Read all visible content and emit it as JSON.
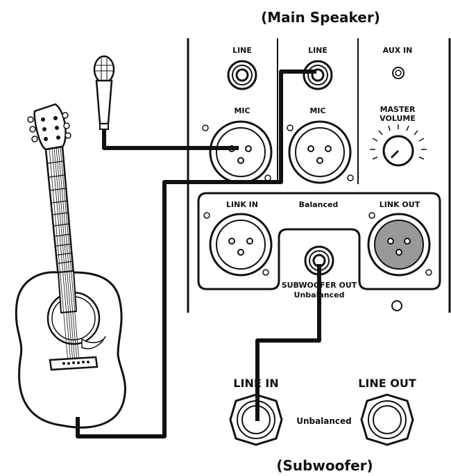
{
  "main_speaker": {
    "title": "(Main Speaker)",
    "channel1": {
      "line_label": "LINE",
      "mic_label": "MIC"
    },
    "channel2": {
      "line_label": "LINE",
      "mic_label": "MIC"
    },
    "aux_label": "AUX IN",
    "master_volume_line1": "MASTER",
    "master_volume_line2": "VOLUME",
    "link_in_label": "LINK IN",
    "balanced_label": "Balanced",
    "link_out_label": "LINK OUT",
    "subwoofer_out_line1": "SUBWOOFER OUT",
    "subwoofer_out_line2": "Unbalanced"
  },
  "subwoofer": {
    "title": "(Subwoofer)",
    "line_in_label": "LINE IN",
    "line_out_label": "LINE OUT",
    "unbalanced_label": "Unbalanced"
  },
  "sources": [
    "microphone",
    "acoustic-guitar"
  ],
  "colors": {
    "line": "#111111",
    "background": "#ffffff",
    "jack_fill": "#999999"
  }
}
